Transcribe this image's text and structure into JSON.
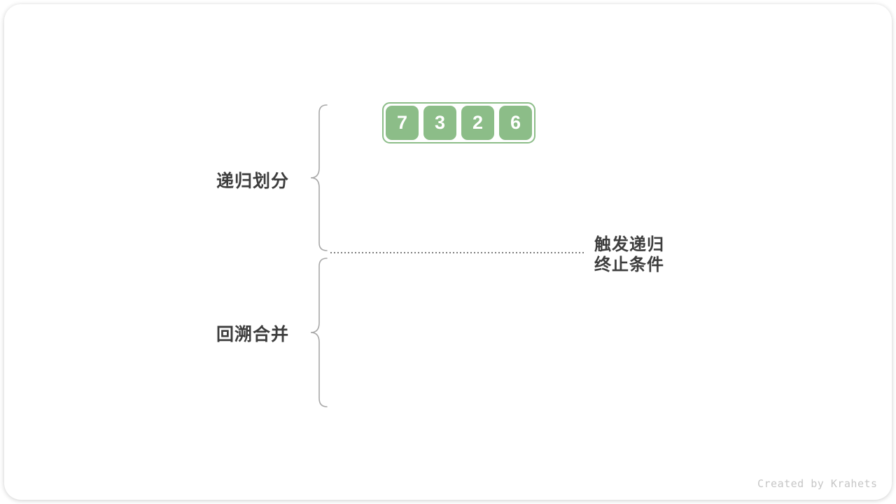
{
  "diagram": {
    "title_hint": "merge sort recursion phases",
    "array": {
      "values": [
        "7",
        "3",
        "2",
        "6"
      ]
    },
    "labels": {
      "recursive_divide": "递归划分",
      "backtrack_merge": "回溯合并",
      "termination_line1": "触发递归",
      "termination_line2": "终止条件"
    },
    "watermark": "Created by Krahets",
    "colors": {
      "box_green": "#8cbd88",
      "text_dark": "#3d3d3d",
      "brace_gray": "#a8a8a8",
      "dotted_gray": "#7d7d7d",
      "watermark_gray": "#c6c6c6"
    }
  }
}
